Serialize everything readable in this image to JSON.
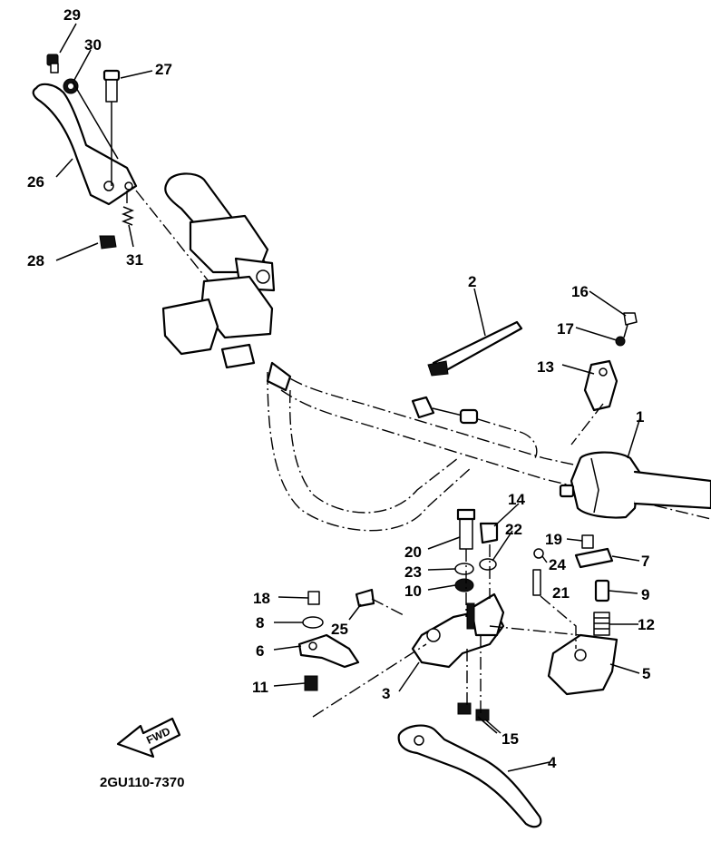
{
  "drawing_code": "2GU110-7370",
  "fwd_label": "FWD",
  "callouts": {
    "c1": "1",
    "c2": "2",
    "c3": "3",
    "c4": "4",
    "c5": "5",
    "c6": "6",
    "c7": "7",
    "c8": "8",
    "c9": "9",
    "c10": "10",
    "c11": "11",
    "c12": "12",
    "c13": "13",
    "c14": "14",
    "c15": "15",
    "c16": "16",
    "c17": "17",
    "c18": "18",
    "c19": "19",
    "c20": "20",
    "c21": "21",
    "c22": "22",
    "c23": "23",
    "c24": "24",
    "c25": "25",
    "c26": "26",
    "c27": "27",
    "c28": "28",
    "c29": "29",
    "c30": "30",
    "c31": "31"
  }
}
